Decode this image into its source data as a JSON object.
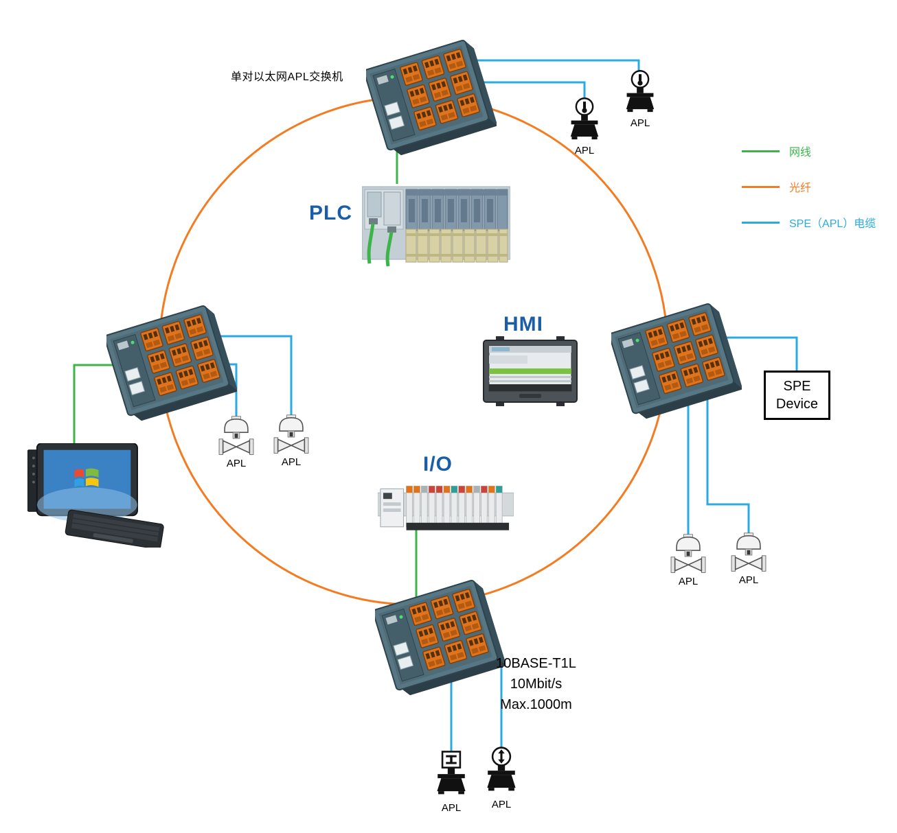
{
  "diagram": {
    "top_switch_label": "单对以太网APL交换机",
    "plc_label": "PLC",
    "hmi_label": "HMI",
    "io_label": "I/O",
    "spe_device": {
      "line1": "SPE",
      "line2": "Device"
    },
    "t1l_note": {
      "line1": "10BASE-T1L",
      "line2": "10Mbit/s",
      "line3": "Max.1000m"
    }
  },
  "legend": {
    "items": [
      {
        "label": "网线",
        "color": "#3cb44a"
      },
      {
        "label": "光纤",
        "color": "#f47b20"
      },
      {
        "label": "SPE（APL）电缆",
        "color": "#29abe2"
      }
    ]
  },
  "colors": {
    "ethernet": "#3cb44a",
    "fiber": "#f47b20",
    "spe_apl": "#29abe2",
    "node_label": "#1b5ea8"
  },
  "field_devices": [
    {
      "label": "APL",
      "kind": "thermometer-transmitter"
    },
    {
      "label": "APL",
      "kind": "thermometer-transmitter"
    },
    {
      "label": "APL",
      "kind": "control-valve"
    },
    {
      "label": "APL",
      "kind": "control-valve"
    },
    {
      "label": "APL",
      "kind": "control-valve"
    },
    {
      "label": "APL",
      "kind": "control-valve"
    },
    {
      "label": "APL",
      "kind": "shutoff-valve"
    },
    {
      "label": "APL",
      "kind": "flow-valve"
    }
  ],
  "connections": {
    "fiber_ring": [
      "apl-switch-top",
      "apl-switch-right",
      "apl-switch-bottom",
      "apl-switch-left"
    ],
    "ethernet": [
      [
        "apl-switch-top",
        "plc"
      ],
      [
        "apl-switch-left",
        "laptop"
      ],
      [
        "apl-switch-bottom",
        "io"
      ]
    ],
    "spe_apl": [
      [
        "apl-switch-top",
        "apl-transmitter-1"
      ],
      [
        "apl-switch-top",
        "apl-transmitter-2"
      ],
      [
        "apl-switch-left",
        "apl-valve-left-1"
      ],
      [
        "apl-switch-left",
        "apl-valve-left-2"
      ],
      [
        "apl-switch-right",
        "spe-device"
      ],
      [
        "apl-switch-right",
        "apl-valve-right-1"
      ],
      [
        "apl-switch-right",
        "apl-valve-right-2"
      ],
      [
        "apl-switch-bottom",
        "apl-device-bottom-1"
      ],
      [
        "apl-switch-bottom",
        "apl-device-bottom-2"
      ]
    ]
  }
}
